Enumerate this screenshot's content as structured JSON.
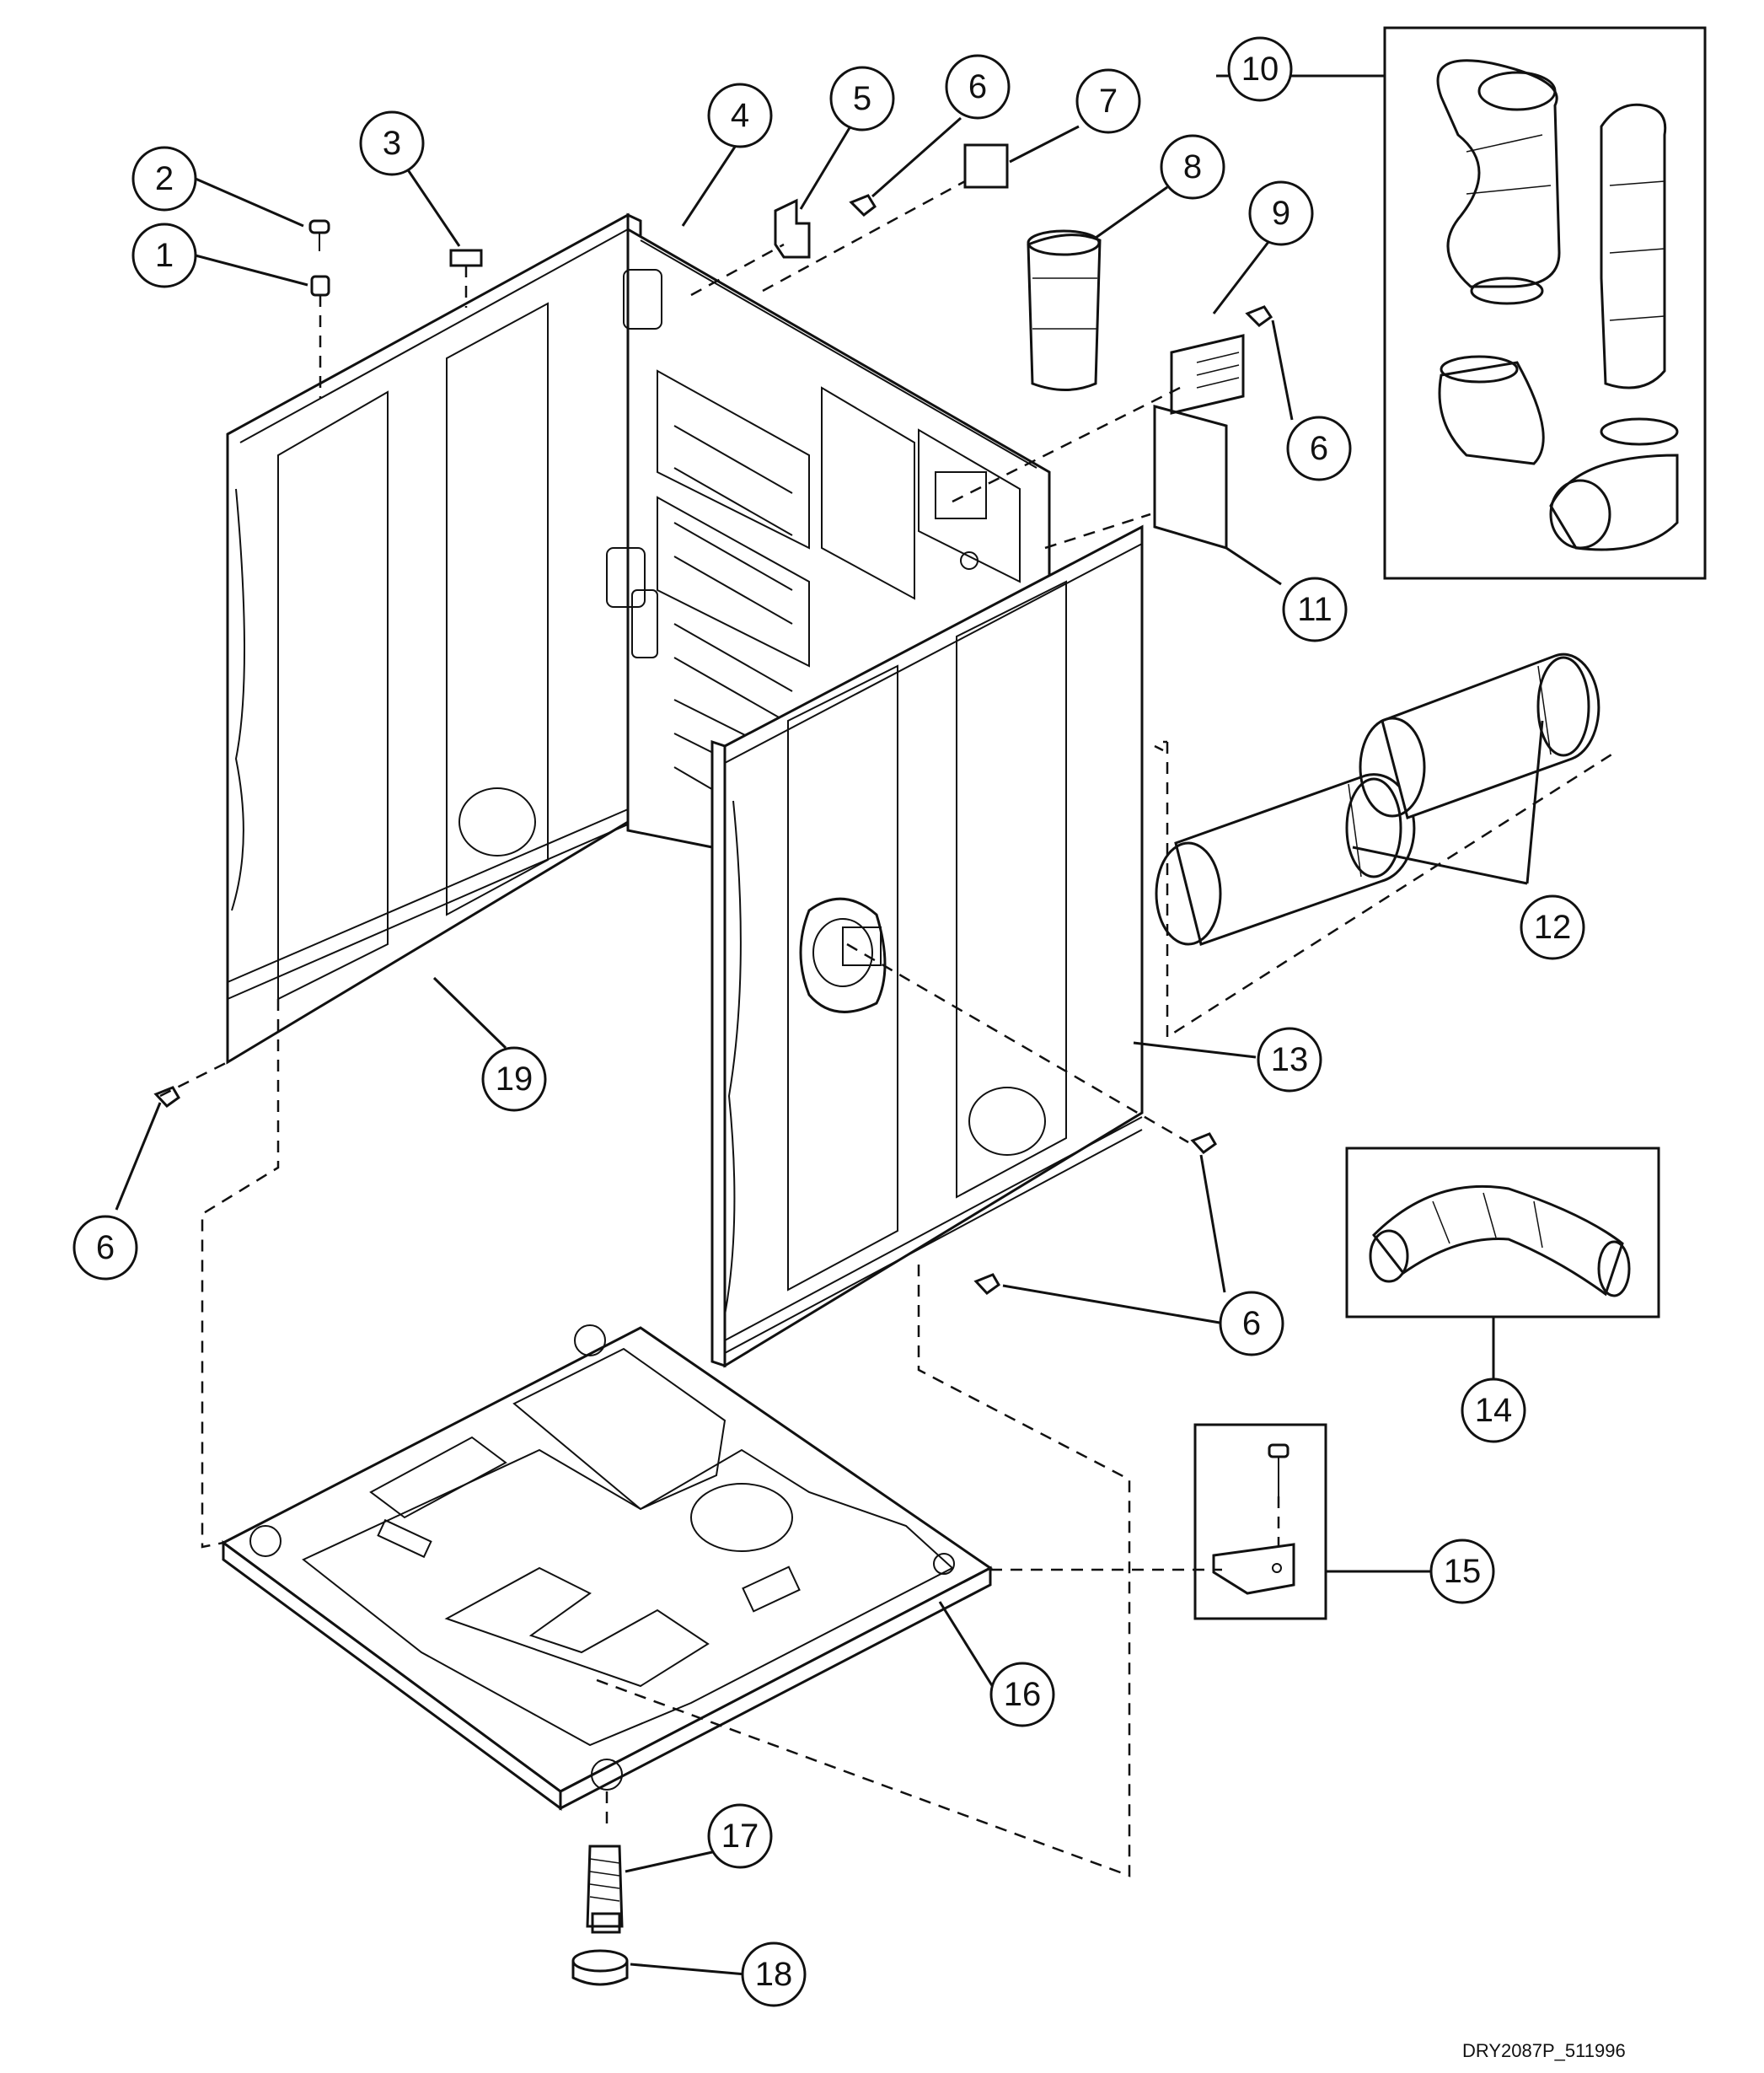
{
  "diagram": {
    "reference_code": "DRY2087P_511996",
    "callouts": [
      {
        "id": "c1",
        "label": "1"
      },
      {
        "id": "c2",
        "label": "2"
      },
      {
        "id": "c3",
        "label": "3"
      },
      {
        "id": "c4",
        "label": "4"
      },
      {
        "id": "c5",
        "label": "5"
      },
      {
        "id": "c6a",
        "label": "6"
      },
      {
        "id": "c7",
        "label": "7"
      },
      {
        "id": "c8",
        "label": "8"
      },
      {
        "id": "c9",
        "label": "9"
      },
      {
        "id": "c6b",
        "label": "6"
      },
      {
        "id": "c10",
        "label": "10"
      },
      {
        "id": "c11",
        "label": "11"
      },
      {
        "id": "c12",
        "label": "12"
      },
      {
        "id": "c13",
        "label": "13"
      },
      {
        "id": "c19",
        "label": "19"
      },
      {
        "id": "c6c",
        "label": "6"
      },
      {
        "id": "c6d",
        "label": "6"
      },
      {
        "id": "c14",
        "label": "14"
      },
      {
        "id": "c15",
        "label": "15"
      },
      {
        "id": "c16",
        "label": "16"
      },
      {
        "id": "c17",
        "label": "17"
      },
      {
        "id": "c18",
        "label": "18"
      }
    ]
  }
}
